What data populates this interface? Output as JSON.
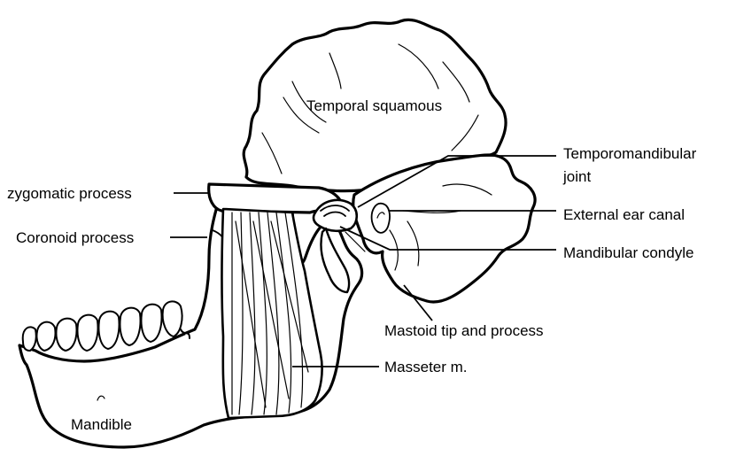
{
  "labels": {
    "temporal_squamous": "Temporal squamous",
    "tmj_line1": "Temporomandibular",
    "tmj_line2": "joint",
    "zygomatic": "zygomatic process",
    "coronoid": "Coronoid process",
    "ear_canal": "External ear canal",
    "condyle": "Mandibular condyle",
    "mastoid": "Mastoid tip and process",
    "masseter": "Masseter m.",
    "mandible": "Mandible"
  }
}
